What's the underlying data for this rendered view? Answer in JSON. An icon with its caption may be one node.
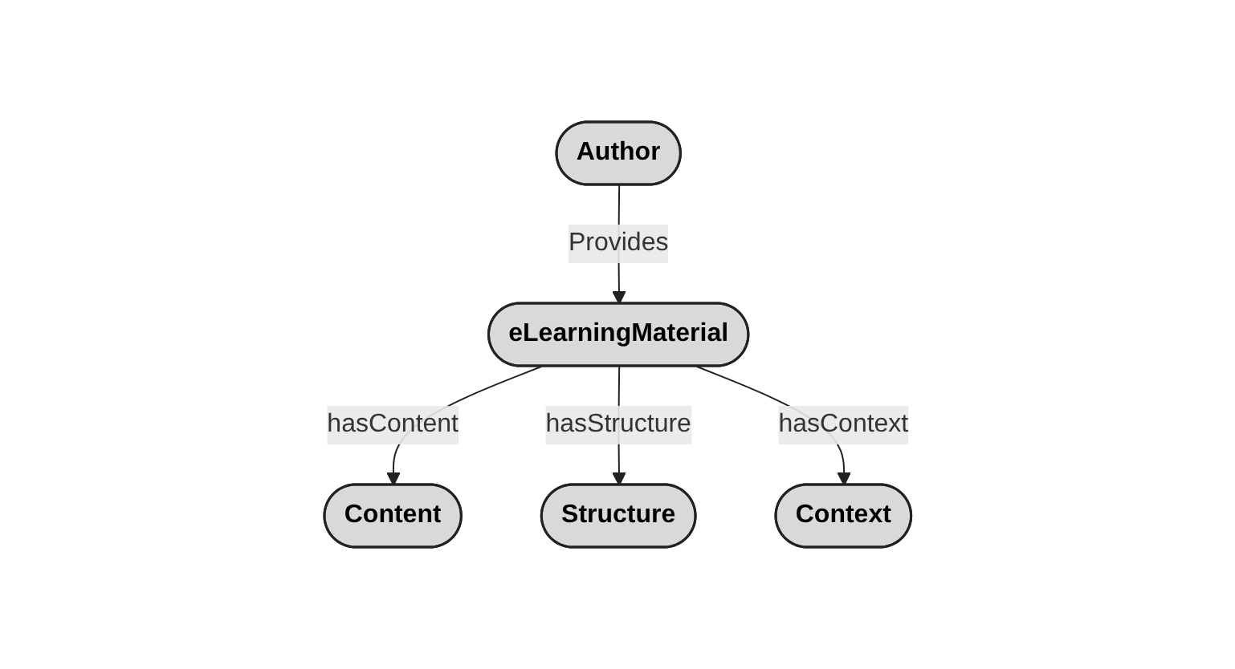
{
  "diagram": {
    "nodes": [
      {
        "text": [
          "Author"
        ]
      },
      {
        "text": [
          "Content"
        ]
      },
      {
        "text": [
          "eLearningMaterial"
        ]
      },
      {
        "text": [
          "Structure"
        ]
      },
      {
        "text": [
          "Context"
        ]
      }
    ],
    "edges": [
      {
        "from": 0,
        "to": 2,
        "arrow": "to",
        "label": "Provides"
      },
      {
        "from": 2,
        "to": 1,
        "arrow": "to",
        "label": "hasContent"
      },
      {
        "from": 2,
        "to": 3,
        "arrow": "to",
        "label": "hasStructure"
      },
      {
        "from": 2,
        "to": 4,
        "arrow": "to",
        "label": "hasContext"
      }
    ]
  }
}
